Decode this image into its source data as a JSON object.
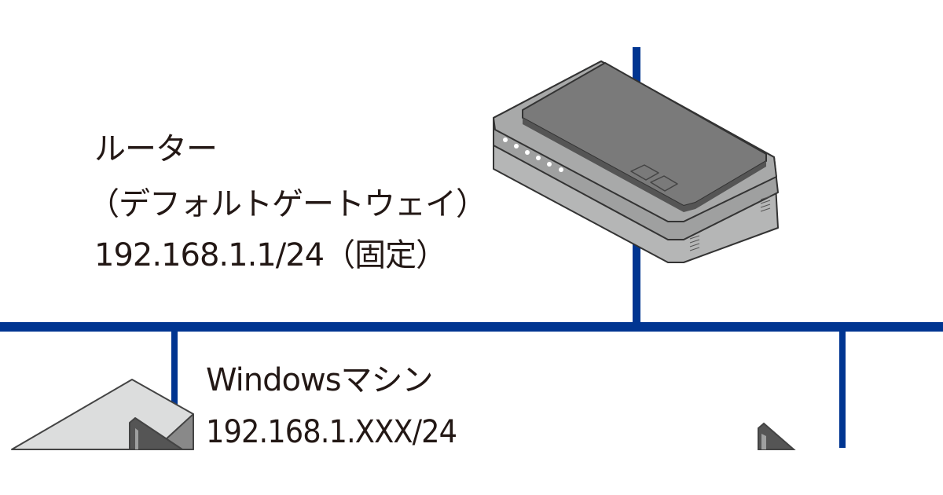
{
  "router": {
    "name": "ルーター",
    "role": "（デフォルトゲートウェイ）",
    "address": "192.168.1.1/24（固定）"
  },
  "windows_machine": {
    "name": "Windowsマシン",
    "address": "192.168.1.XXX/24"
  },
  "colors": {
    "network_line": "#003591",
    "text": "#231815",
    "router_top": "#7a7a7a",
    "router_body": "#b5b6b6"
  }
}
